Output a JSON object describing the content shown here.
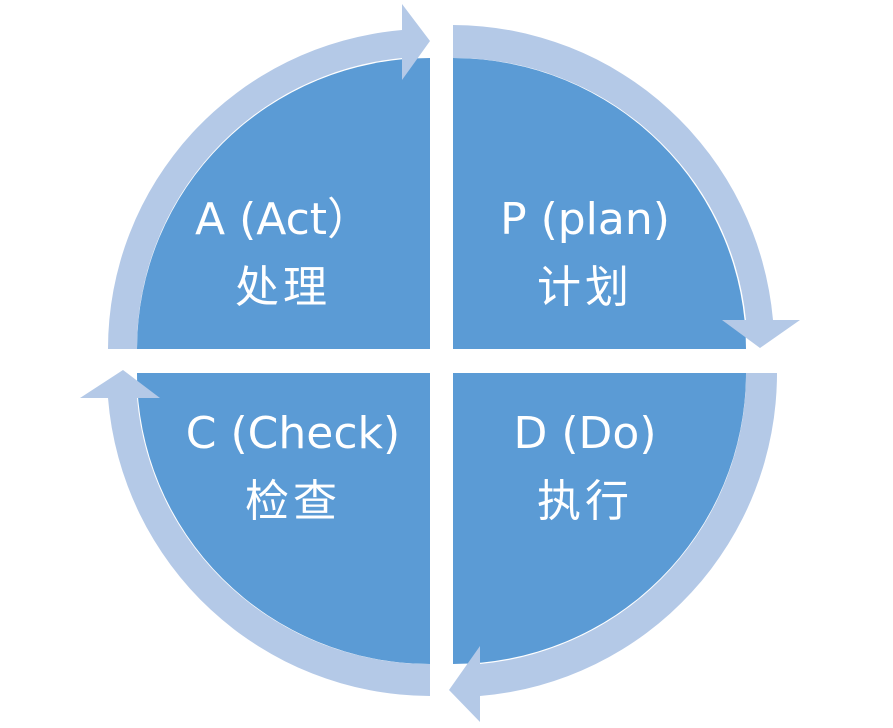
{
  "diagram": {
    "quadrants": {
      "act": {
        "title": "A (Act）",
        "subtitle": "处理"
      },
      "plan": {
        "title": "P (plan)",
        "subtitle": "计划"
      },
      "check": {
        "title": "C (Check)",
        "subtitle": "检查"
      },
      "do": {
        "title": "D (Do)",
        "subtitle": "执行"
      }
    },
    "colors": {
      "fill": "#5b9bd5",
      "arrow": "#b4c9e7",
      "background": "#ffffff",
      "text": "#ffffff"
    }
  }
}
